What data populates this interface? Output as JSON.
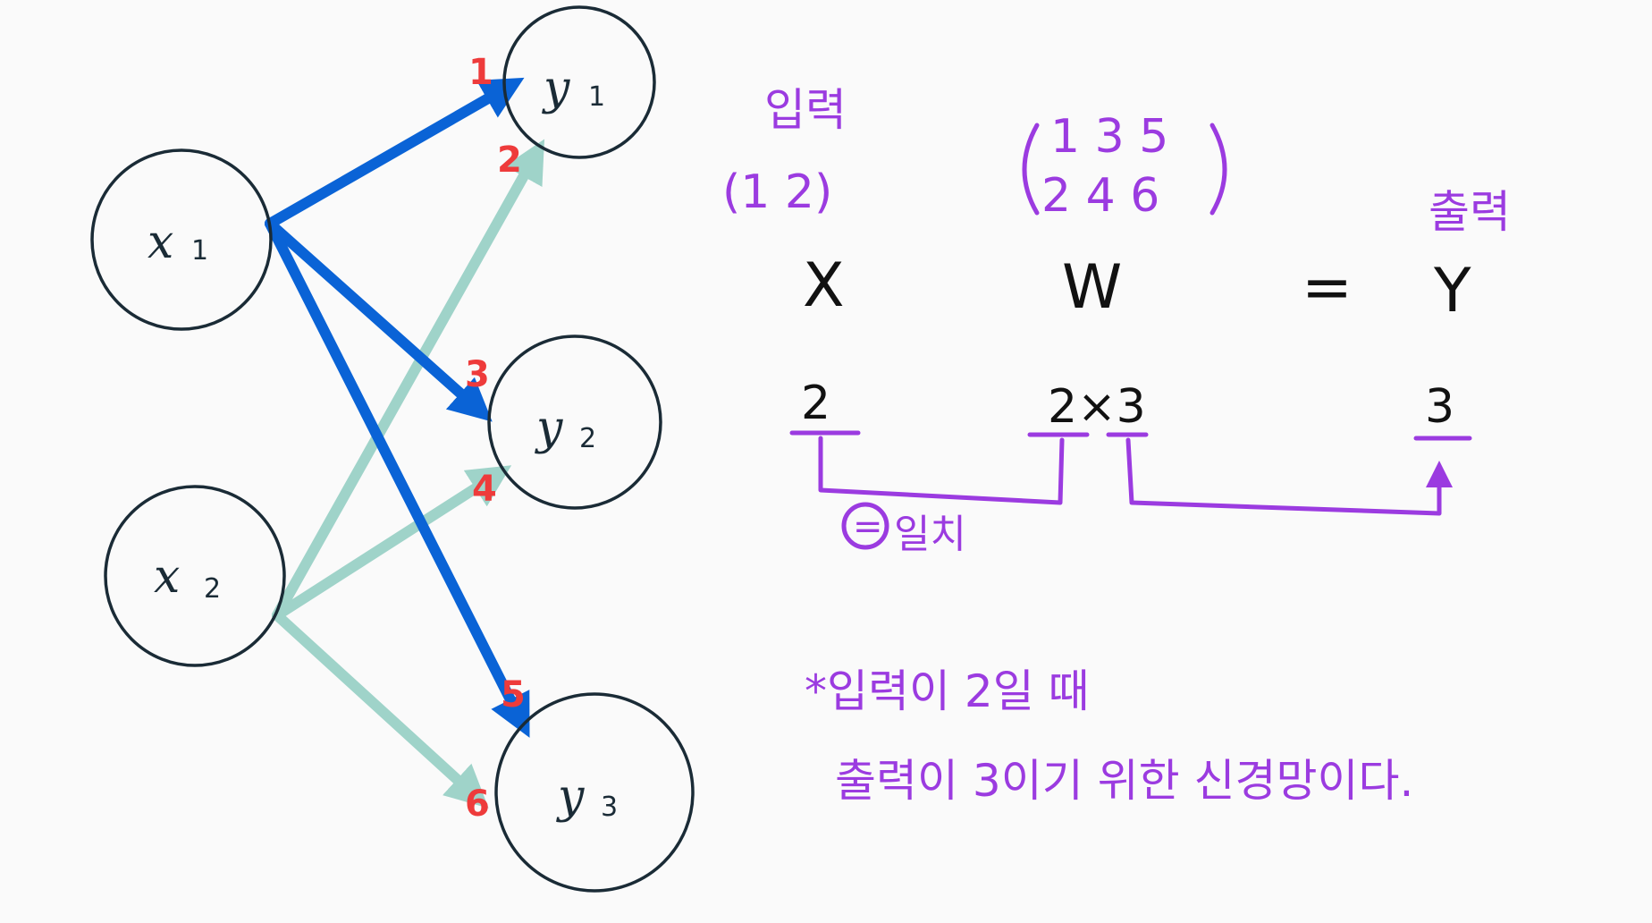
{
  "colors": {
    "background": "#fafafa",
    "node_stroke": "#1a2b36",
    "x1_edges": "#0a63d6",
    "x2_edges": "#9fd3c9",
    "weight_labels": "#ee3b3b",
    "annotation": "#9b3be0",
    "equation_text": "#111111"
  },
  "network": {
    "inputs": [
      {
        "id": "x1",
        "letter": "x",
        "subscript": "1"
      },
      {
        "id": "x2",
        "letter": "x",
        "subscript": "2"
      }
    ],
    "outputs": [
      {
        "id": "y1",
        "letter": "y",
        "subscript": "1"
      },
      {
        "id": "y2",
        "letter": "y",
        "subscript": "2"
      },
      {
        "id": "y3",
        "letter": "y",
        "subscript": "3"
      }
    ],
    "edges": [
      {
        "from": "x1",
        "to": "y1",
        "weight": "1"
      },
      {
        "from": "x2",
        "to": "y1",
        "weight": "2"
      },
      {
        "from": "x1",
        "to": "y2",
        "weight": "3"
      },
      {
        "from": "x2",
        "to": "y2",
        "weight": "4"
      },
      {
        "from": "x1",
        "to": "y3",
        "weight": "5"
      },
      {
        "from": "x2",
        "to": "y3",
        "weight": "6"
      }
    ]
  },
  "annotations": {
    "input_label": "입력",
    "input_vector": "(1  2)",
    "weight_matrix_row1": "1 3 5",
    "weight_matrix_row2": "2 4 6",
    "output_label": "출력",
    "eq_x": "X",
    "eq_w": "W",
    "eq_equals": "=",
    "eq_y": "Y",
    "dim_x": "2",
    "dim_w": "2×3",
    "dim_y": "3",
    "match_mark": "=",
    "match_text": "일치",
    "note_line1": "*입력이 2일 때",
    "note_line2": "출력이 3이기 위한 신경망이다."
  }
}
